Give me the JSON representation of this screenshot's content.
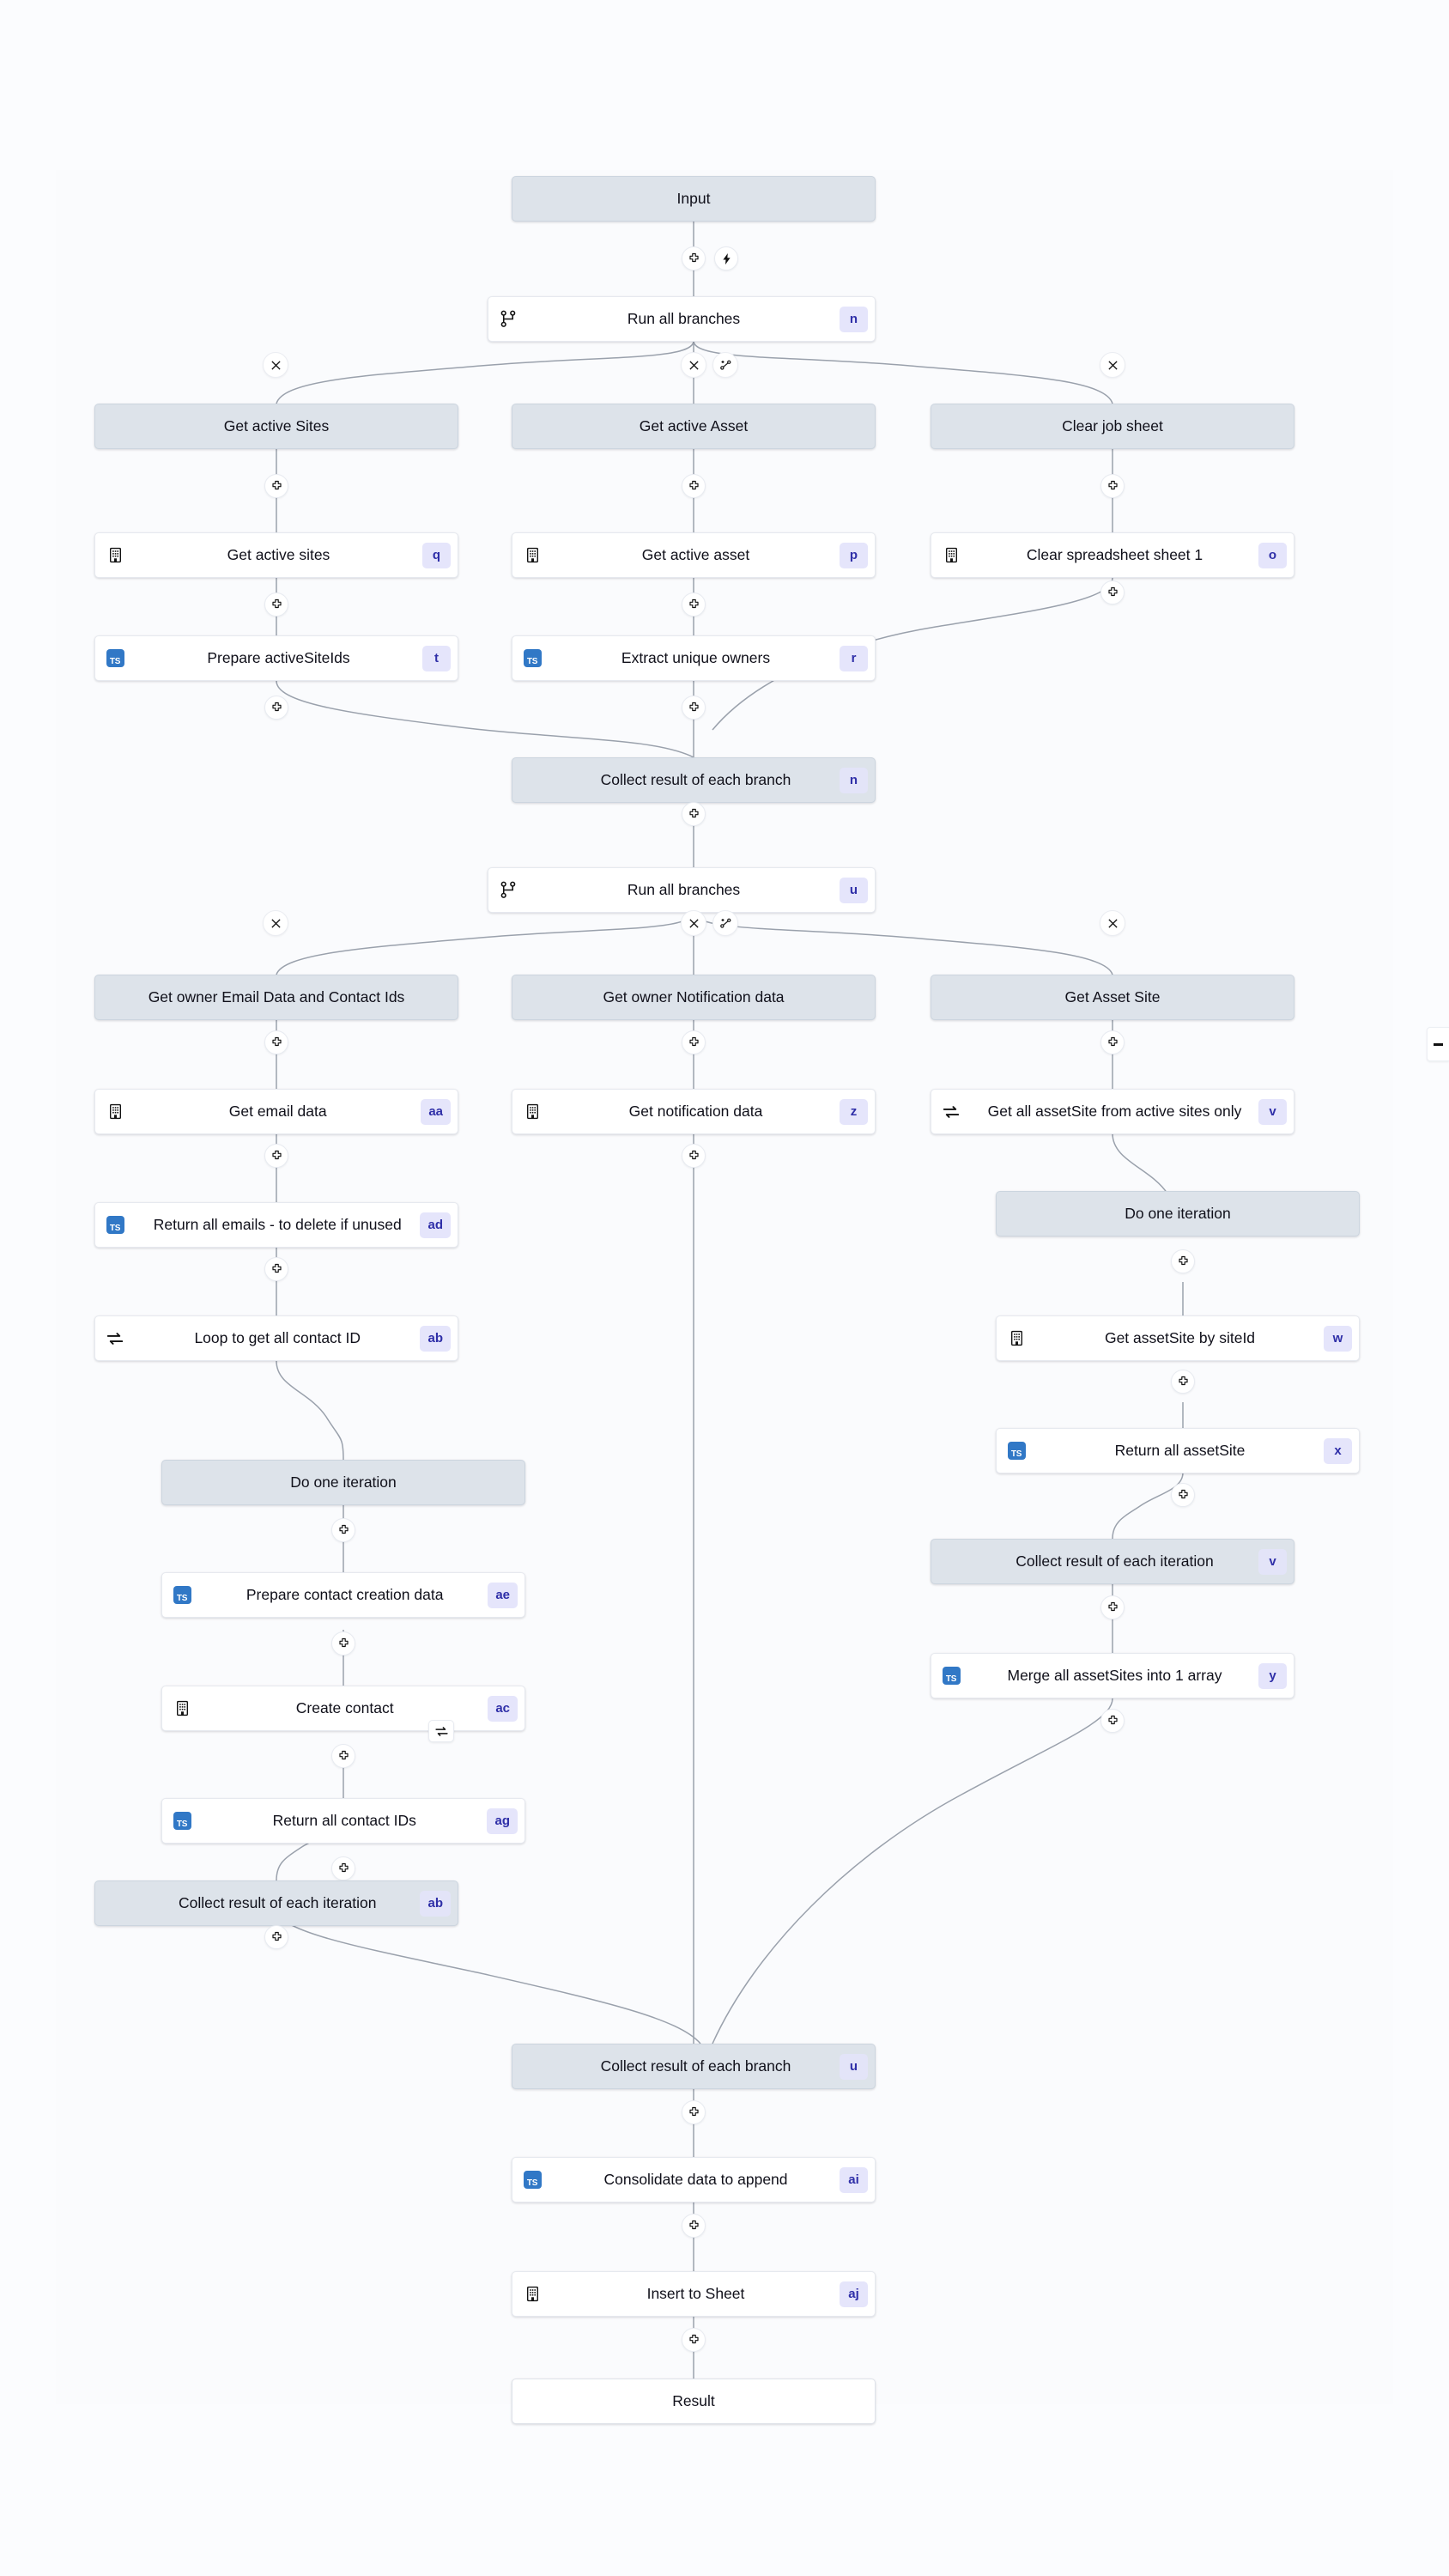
{
  "canvas": {
    "background": "#fbfcfe",
    "panel_background": "#fafbfd",
    "edge_color": "#9aa1ac",
    "accent_chip_bg": "#e5e5fb",
    "accent_chip_fg": "#2f2fa8",
    "ghost_node_bg": "#dde3ea",
    "ts_icon_bg": "#3178c6"
  },
  "nodes": {
    "input": {
      "label": "Input",
      "key": "",
      "icon": "none"
    },
    "run_all_branches_1": {
      "label": "Run all branches",
      "key": "n",
      "icon": "branch-icon"
    },
    "branch_1_a": {
      "label": "Get active Sites",
      "key": "",
      "icon": "none"
    },
    "branch_1_b": {
      "label": "Get active Asset",
      "key": "",
      "icon": "none"
    },
    "branch_1_c": {
      "label": "Clear job sheet",
      "key": "",
      "icon": "none"
    },
    "get_active_sites": {
      "label": "Get active sites",
      "key": "q",
      "icon": "spreadsheet-icon"
    },
    "get_active_asset": {
      "label": "Get active asset",
      "key": "p",
      "icon": "spreadsheet-icon"
    },
    "clear_spreadsheet_sheet_1": {
      "label": "Clear spreadsheet sheet 1",
      "key": "o",
      "icon": "spreadsheet-icon"
    },
    "prepare_active_site_ids": {
      "label": "Prepare activeSiteIds",
      "key": "t",
      "icon": "typescript-icon"
    },
    "extract_unique_owners": {
      "label": "Extract unique owners",
      "key": "r",
      "icon": "typescript-icon"
    },
    "collect_branch_1": {
      "label": "Collect result of each branch",
      "key": "n",
      "icon": "none"
    },
    "run_all_branches_2": {
      "label": "Run all branches",
      "key": "u",
      "icon": "branch-icon"
    },
    "branch_2_a": {
      "label": "Get owner Email Data and Contact Ids",
      "key": "",
      "icon": "none"
    },
    "branch_2_b": {
      "label": "Get owner Notification data",
      "key": "",
      "icon": "none"
    },
    "branch_2_c": {
      "label": "Get Asset Site",
      "key": "",
      "icon": "none"
    },
    "get_email_data": {
      "label": "Get email data",
      "key": "aa",
      "icon": "spreadsheet-icon"
    },
    "get_notification_data": {
      "label": "Get notification data",
      "key": "z",
      "icon": "spreadsheet-icon"
    },
    "get_all_assetsite": {
      "label": "Get all assetSite from active sites only",
      "key": "v",
      "icon": "loop-icon"
    },
    "return_all_emails": {
      "label": "Return all emails - to delete if unused",
      "key": "ad",
      "icon": "typescript-icon"
    },
    "do_one_iteration_right": {
      "label": "Do one iteration",
      "key": "",
      "icon": "none"
    },
    "loop_get_contact_id": {
      "label": "Loop to get all contact ID",
      "key": "ab",
      "icon": "loop-icon"
    },
    "get_assetsite_by_siteid": {
      "label": "Get assetSite by siteId",
      "key": "w",
      "icon": "spreadsheet-icon"
    },
    "do_one_iteration_left": {
      "label": "Do one iteration",
      "key": "",
      "icon": "none"
    },
    "return_all_assetsite": {
      "label": "Return all assetSite",
      "key": "x",
      "icon": "typescript-icon"
    },
    "prepare_contact_creation_data": {
      "label": "Prepare contact creation data",
      "key": "ae",
      "icon": "typescript-icon"
    },
    "collect_iteration_right": {
      "label": "Collect result of each iteration",
      "key": "v",
      "icon": "none"
    },
    "create_contact": {
      "label": "Create contact",
      "key": "ac",
      "icon": "spreadsheet-icon",
      "badge": "loop-icon"
    },
    "merge_all_assetsites": {
      "label": "Merge all assetSites into 1 array",
      "key": "y",
      "icon": "typescript-icon"
    },
    "return_all_contact_ids": {
      "label": "Return all contact IDs",
      "key": "ag",
      "icon": "typescript-icon"
    },
    "collect_iteration_left": {
      "label": "Collect result of each iteration",
      "key": "ab",
      "icon": "none"
    },
    "collect_branch_2": {
      "label": "Collect result of each branch",
      "key": "u",
      "icon": "none"
    },
    "consolidate_data": {
      "label": "Consolidate data to append",
      "key": "ai",
      "icon": "typescript-icon"
    },
    "insert_to_sheet": {
      "label": "Insert to Sheet",
      "key": "aj",
      "icon": "spreadsheet-icon"
    },
    "result": {
      "label": "Result",
      "key": "",
      "icon": "none"
    }
  },
  "controls": {
    "add": "plus-icon",
    "lightning": "lightning-icon",
    "close": "close-icon",
    "add_branch": "add-branch-icon"
  }
}
